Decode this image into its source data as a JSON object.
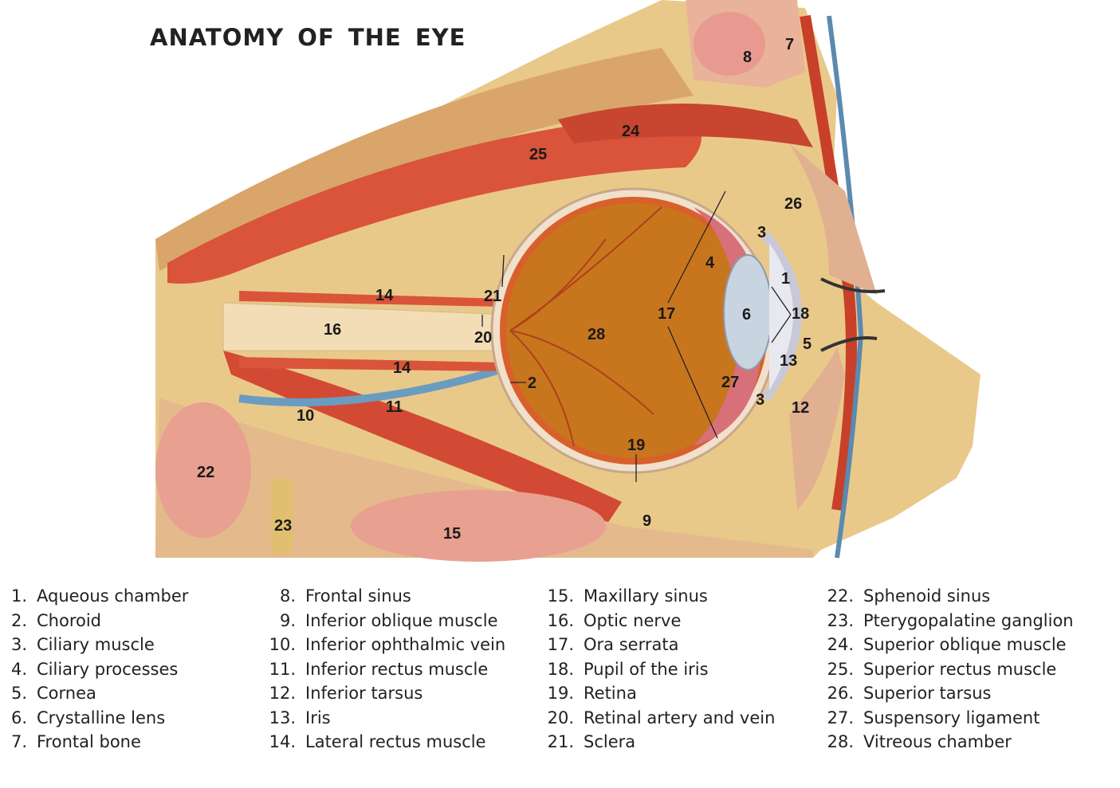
{
  "title": "ANATOMY OF THE EYE",
  "labels": {
    "n1": "1",
    "n2": "2",
    "n3": "3",
    "n4": "4",
    "n5": "5",
    "n6": "6",
    "n7": "7",
    "n8": "8",
    "n9": "9",
    "n10": "10",
    "n11": "11",
    "n12": "12",
    "n13": "13",
    "n14": "14",
    "n15": "15",
    "n16": "16",
    "n17": "17",
    "n18": "18",
    "n19": "19",
    "n20": "20",
    "n21": "21",
    "n22": "22",
    "n23": "23",
    "n24": "24",
    "n25": "25",
    "n26": "26",
    "n27": "27",
    "n28": "28"
  },
  "legend": [
    [
      {
        "n": "1.",
        "t": "Aqueous chamber"
      },
      {
        "n": "2.",
        "t": "Choroid"
      },
      {
        "n": "3.",
        "t": "Ciliary muscle"
      },
      {
        "n": "4.",
        "t": "Ciliary processes"
      },
      {
        "n": "5.",
        "t": "Cornea"
      },
      {
        "n": "6.",
        "t": "Crystalline lens"
      },
      {
        "n": "7.",
        "t": "Frontal bone"
      }
    ],
    [
      {
        "n": "8.",
        "t": "Frontal sinus"
      },
      {
        "n": "9.",
        "t": "Inferior oblique muscle"
      },
      {
        "n": "10.",
        "t": "Inferior ophthalmic vein"
      },
      {
        "n": "11.",
        "t": "Inferior rectus muscle"
      },
      {
        "n": "12.",
        "t": "Inferior tarsus"
      },
      {
        "n": "13.",
        "t": "Iris"
      },
      {
        "n": "14.",
        "t": "Lateral rectus muscle"
      }
    ],
    [
      {
        "n": "15.",
        "t": "Maxillary sinus"
      },
      {
        "n": "16.",
        "t": "Optic nerve"
      },
      {
        "n": "17.",
        "t": "Ora serrata"
      },
      {
        "n": "18.",
        "t": "Pupil of the iris"
      },
      {
        "n": "19.",
        "t": "Retina"
      },
      {
        "n": "20.",
        "t": "Retinal artery and vein"
      },
      {
        "n": "21.",
        "t": "Sclera"
      }
    ],
    [
      {
        "n": "22.",
        "t": "Sphenoid sinus"
      },
      {
        "n": "23.",
        "t": "Pterygopalatine  ganglion"
      },
      {
        "n": "24.",
        "t": "Superior oblique muscle"
      },
      {
        "n": "25.",
        "t": "Superior rectus muscle"
      },
      {
        "n": "26.",
        "t": "Superior tarsus"
      },
      {
        "n": "27.",
        "t": "Suspensory ligament"
      },
      {
        "n": "28.",
        "t": "Vitreous chamber"
      }
    ]
  ]
}
